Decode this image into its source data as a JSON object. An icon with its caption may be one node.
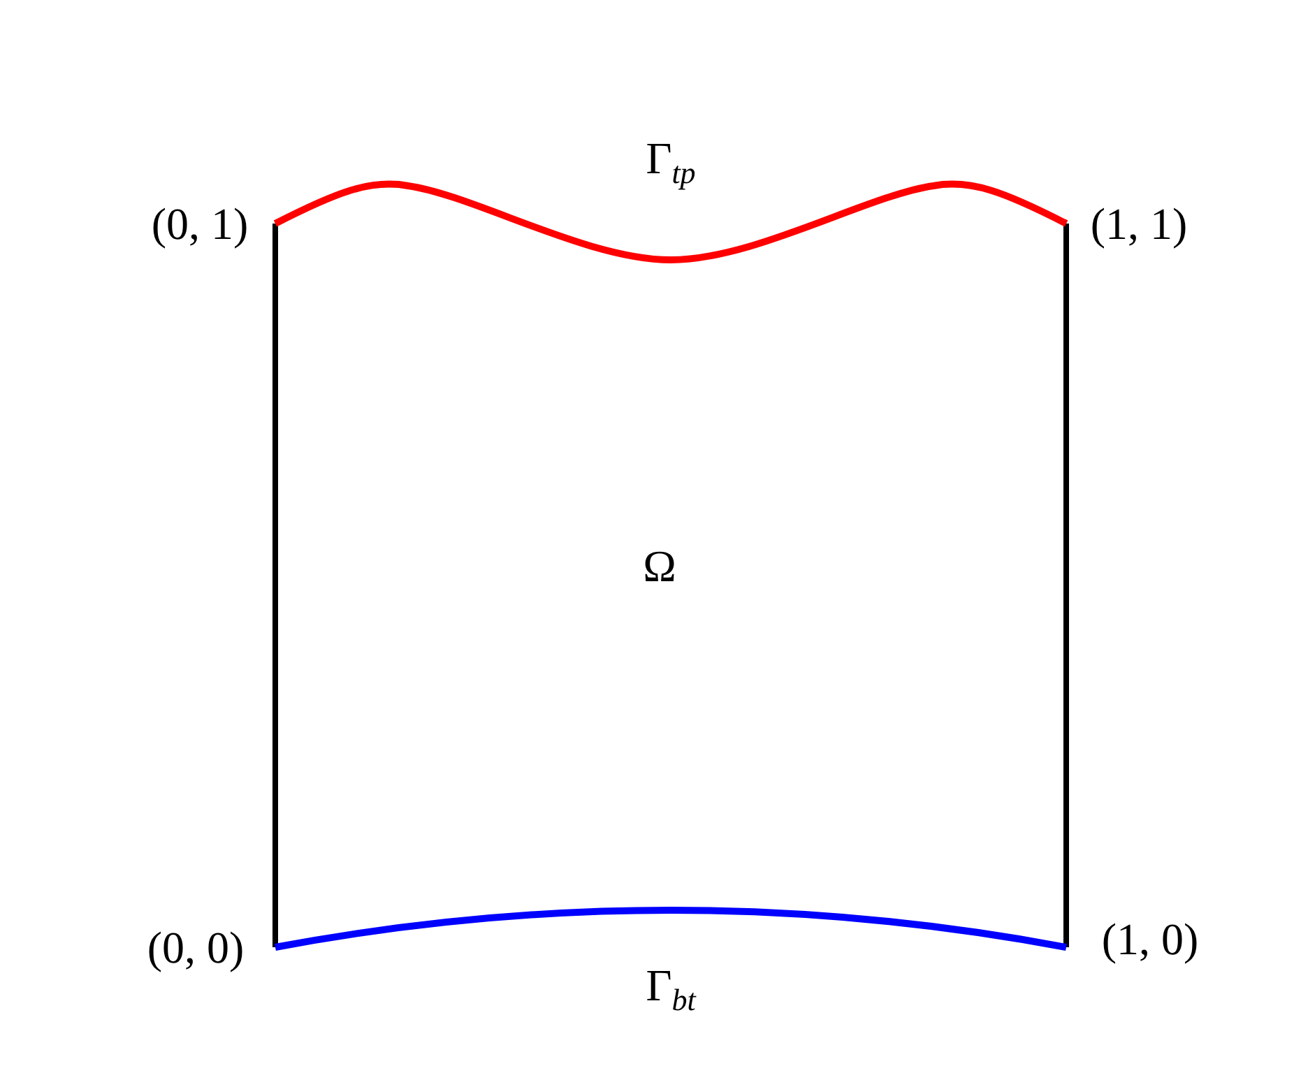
{
  "diagram": {
    "labels": [
      "Γ$_{tp}$",
      "(0, 1)",
      "(1, 1)",
      "Ω",
      "(0, 0)",
      "(1, 0)",
      "Γ$_{bt}$"
    ]
  }
}
